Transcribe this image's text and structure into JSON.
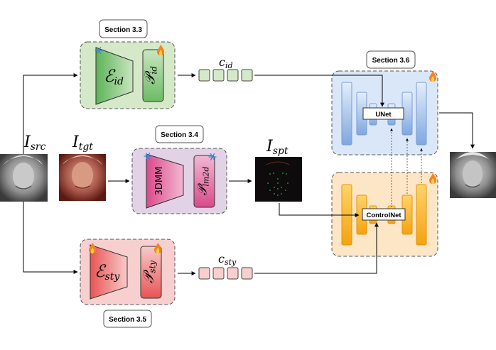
{
  "sections": {
    "s33": "Section 3.3",
    "s34": "Section 3.4",
    "s35": "Section 3.5",
    "s36": "Section 3.6"
  },
  "labels": {
    "i_src": {
      "main": "I",
      "sub": "src"
    },
    "i_tgt": {
      "main": "I",
      "sub": "tgt"
    },
    "i_spt": {
      "main": "I",
      "sub": "spt"
    },
    "c_id": {
      "main": "c",
      "sub": "id"
    },
    "c_sty": {
      "main": "c",
      "sub": "sty"
    },
    "e_id": {
      "main": "ℰ",
      "sub": "id"
    },
    "p_id": {
      "main": "𝒫",
      "sub": "id"
    },
    "p_lm2d": {
      "main": "𝒫",
      "sub": "lm2d"
    },
    "e_sty": {
      "main": "ℰ",
      "sub": "sty"
    },
    "p_sty": {
      "main": "𝒫",
      "sub": "sty"
    }
  },
  "modules": {
    "threedmm": "3DMM",
    "unet": "UNet",
    "controlnet": "ControlNet"
  },
  "icons": {
    "frozen": "snowflake-icon",
    "trainable": "flame-icon"
  },
  "colors": {
    "green_fill": "#d5e8c8",
    "green_dark": "#98c98a",
    "purple_fill": "#e2d2e6",
    "pink_dark": "#d45f90",
    "red_fill": "#f7cfcf",
    "red_dark": "#e87a7a",
    "blue_fill": "#dae7f8",
    "blue_dark": "#7fa8e0",
    "orange_fill": "#fde6c6",
    "orange_dark": "#f7b21c"
  }
}
